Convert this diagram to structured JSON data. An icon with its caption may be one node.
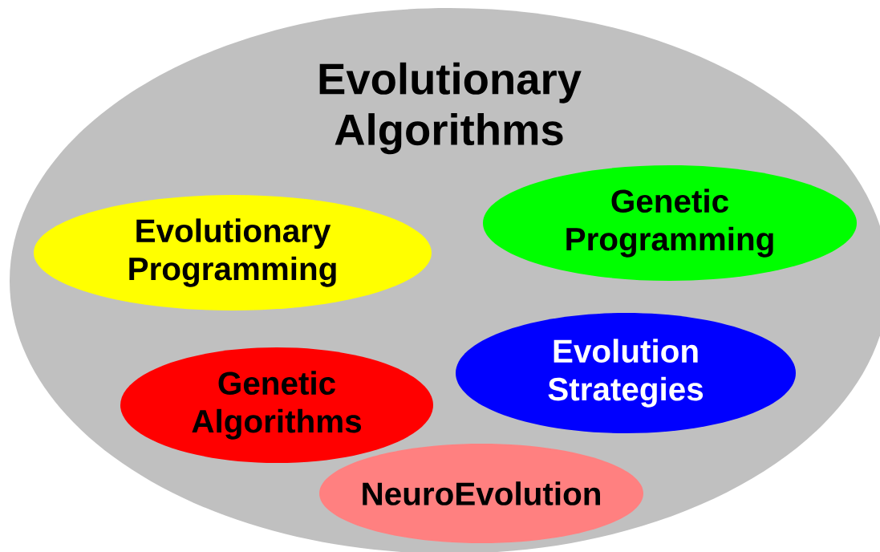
{
  "diagram": {
    "nodes": [
      {
        "text": [
          "Evolutionary Algorithms"
        ]
      },
      {
        "text": [
          "Evolutionary Programming"
        ],
        "in": 0
      },
      {
        "text": [
          "Genetic Programming"
        ],
        "in": 0
      },
      {
        "text": [
          "Evolution Strategies"
        ],
        "in": 0
      },
      {
        "text": [
          "Genetic Algorithms"
        ],
        "in": 0
      },
      {
        "text": [
          "NeuroEvolution"
        ],
        "in": 0
      }
    ]
  }
}
